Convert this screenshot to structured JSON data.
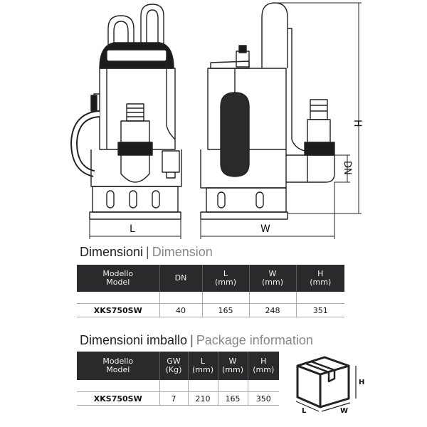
{
  "drawing": {
    "front_dim_label": "L",
    "side_dim_label": "W",
    "height_label": "H",
    "dn_label": "DN"
  },
  "dimension_section": {
    "title_it": "Dimensioni",
    "separator": "|",
    "title_en": "Dimension",
    "headers": [
      {
        "line1": "Modello",
        "line2": "Model"
      },
      {
        "line1": "DN",
        "line2": ""
      },
      {
        "line1": "L",
        "line2": "(mm)"
      },
      {
        "line1": "W",
        "line2": "(mm)"
      },
      {
        "line1": "H",
        "line2": "(mm)"
      }
    ],
    "rows": [
      [
        "XKS750SW",
        "40",
        "165",
        "248",
        "351"
      ]
    ]
  },
  "package_section": {
    "title_it": "Dimensioni imballo",
    "separator": "|",
    "title_en": "Package information",
    "headers": [
      {
        "line1": "Modello",
        "line2": "Model"
      },
      {
        "line1": "GW",
        "line2": "(Kg)"
      },
      {
        "line1": "L",
        "line2": "(mm)"
      },
      {
        "line1": "W",
        "line2": "(mm)"
      },
      {
        "line1": "H",
        "line2": "(mm)"
      }
    ],
    "rows": [
      [
        "XKS750SW",
        "7",
        "210",
        "165",
        "350"
      ]
    ]
  },
  "box_icon": {
    "h_label": "H",
    "l_label": "L",
    "w_label": "W"
  },
  "colors": {
    "header_bg": "#2a2a2c",
    "header_text": "#f2f2f2",
    "title_accent": "#888888"
  }
}
